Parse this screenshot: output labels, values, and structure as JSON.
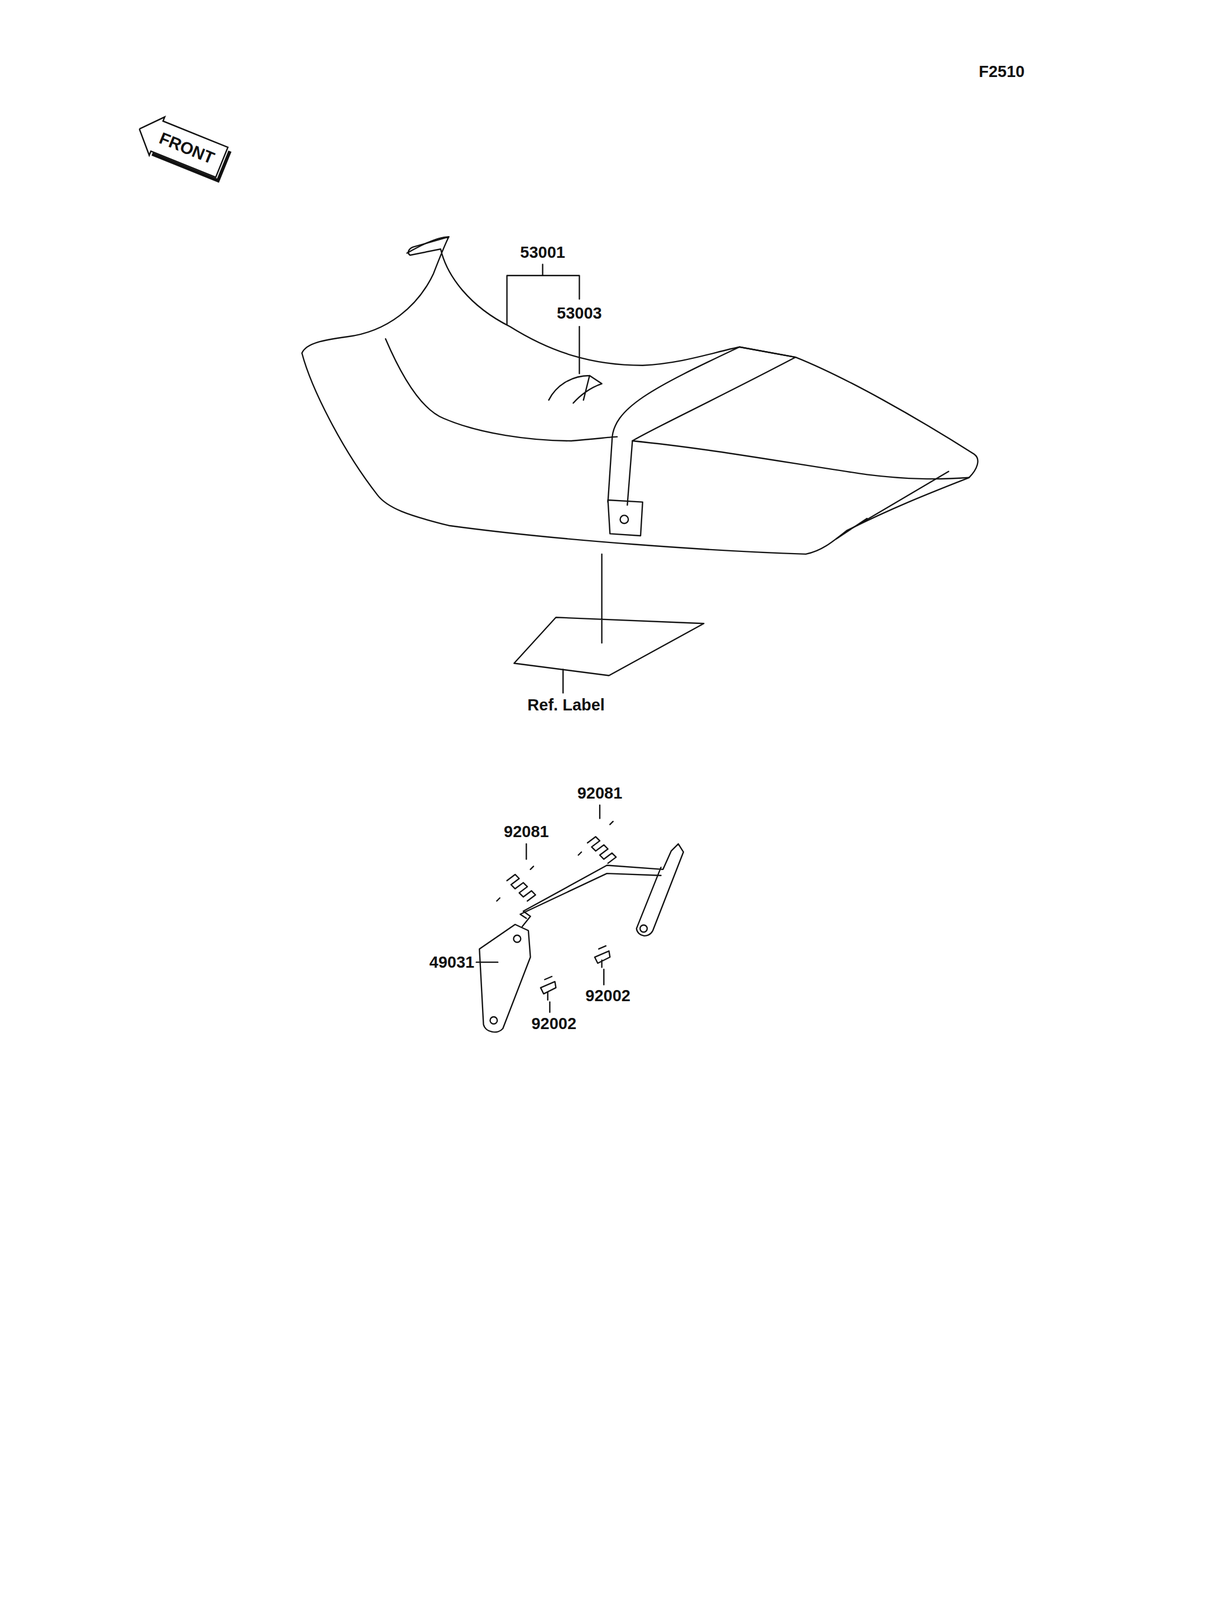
{
  "diagram": {
    "nodes": [
      {
        "text": [
          "FRONT"
        ]
      }
    ],
    "labels": [
      "F2510",
      "53001",
      "53003",
      "Ref. Label",
      "92081",
      "92081",
      "49031",
      "92002",
      "92002"
    ]
  }
}
